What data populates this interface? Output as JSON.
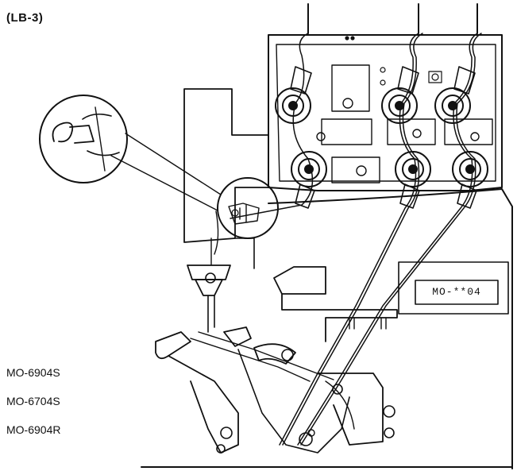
{
  "figure_label": "(LB-3)",
  "plate_label": "MO-**04",
  "models": [
    "MO-6904S",
    "MO-6704S",
    "MO-6904R"
  ]
}
